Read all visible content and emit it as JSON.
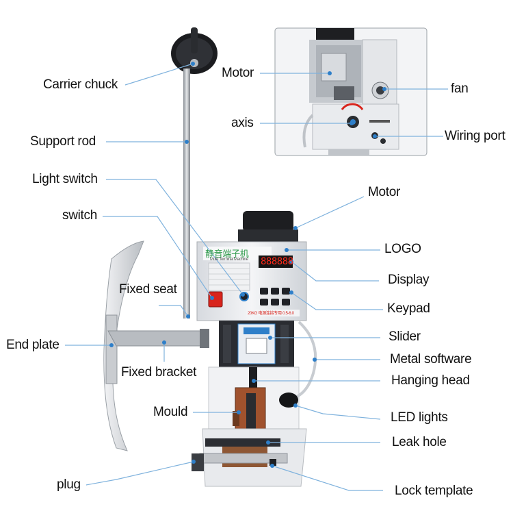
{
  "labels": {
    "motor_top": "Motor",
    "fan": "fan",
    "carrier_chuck": "Carrier chuck",
    "axis": "axis",
    "wiring_port": "Wiring port",
    "support_rod": "Support rod",
    "light_switch": "Light switch",
    "motor": "Motor",
    "switch": "switch",
    "logo": "LOGO",
    "display": "Display",
    "fixed_seat": "Fixed seat",
    "keypad": "Keypad",
    "end_plate": "End plate",
    "slider": "Slider",
    "metal_software": "Metal software",
    "fixed_bracket": "Fixed bracket",
    "hanging_head": "Hanging head",
    "mould": "Mould",
    "led_lights": "LED lights",
    "leak_hole": "Leak hole",
    "plug": "plug",
    "lock_template": "Lock template"
  },
  "machine": {
    "title_cn": "静音端子机",
    "title_en": "Mute Terminal Machine",
    "display_value": "888888",
    "panel_note": "20KG 电源连接专用 0.5-6.0"
  },
  "colors": {
    "leader": "#7fb2dd",
    "dot": "#2e7fc9",
    "machine_body": "#e9ebee",
    "display_digits": "#ff2a1a",
    "switch_red": "#d8241c",
    "mould_copper": "#a0522d"
  }
}
